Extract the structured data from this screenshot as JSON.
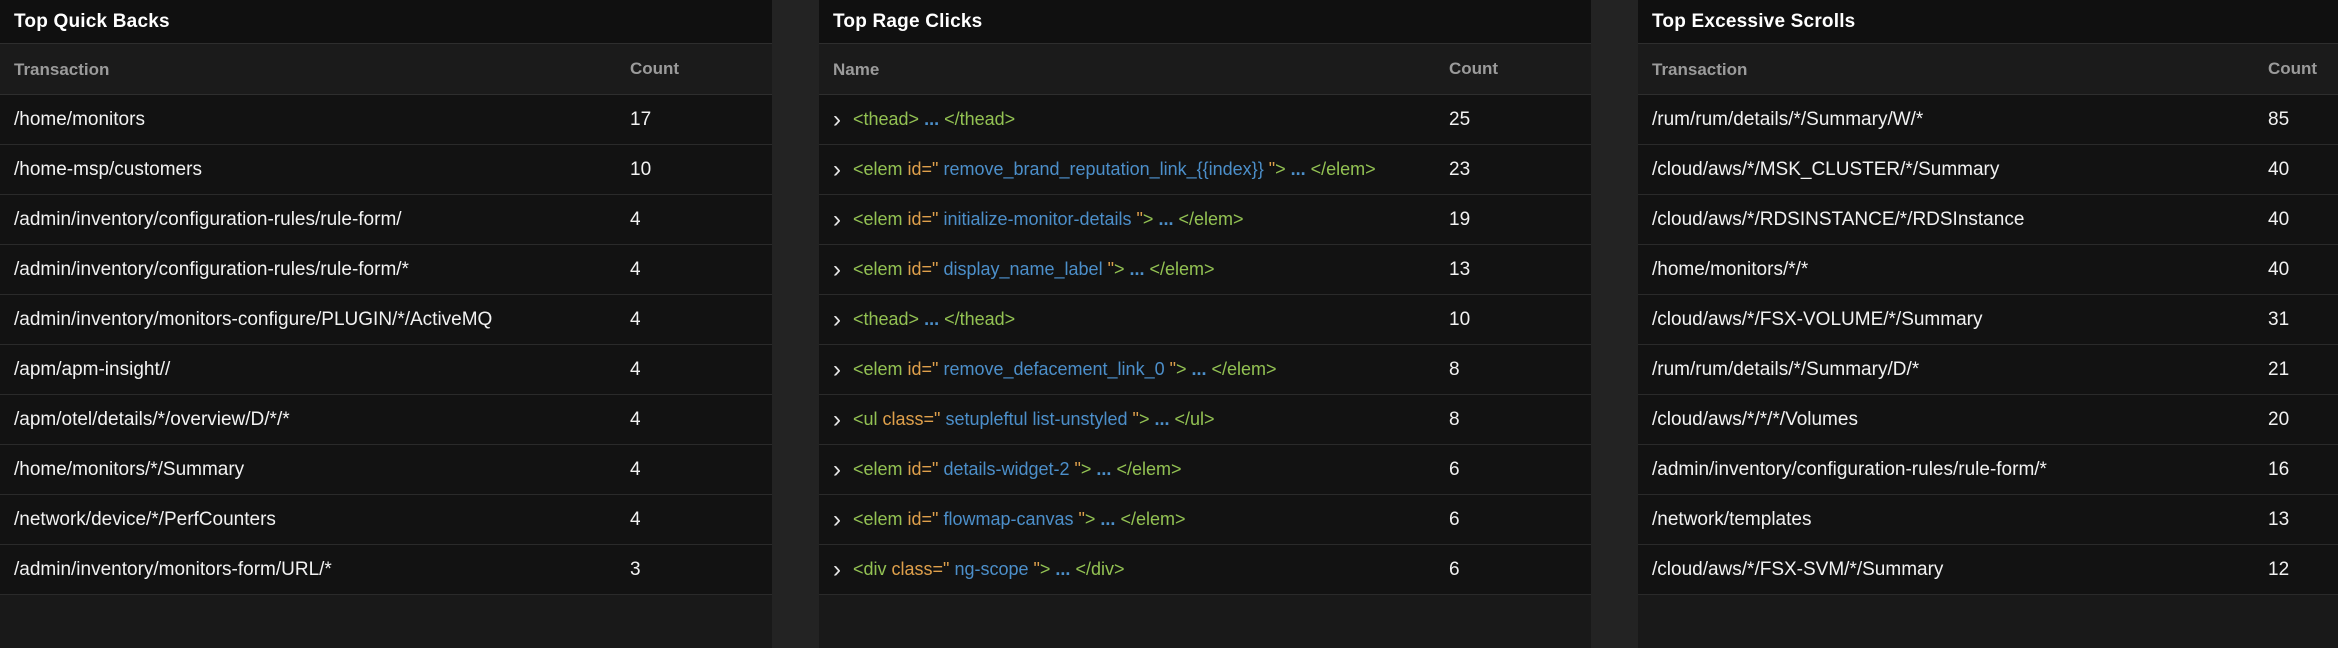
{
  "code_colors": {
    "tag": "#93c253",
    "attr": "#dfa04b",
    "val": "#4c8fca"
  },
  "icons": {
    "expand_chevron": "›"
  },
  "panels": [
    {
      "title": "Top Quick Backs",
      "columns": [
        "Transaction",
        "Count"
      ],
      "rows": [
        {
          "name": "/home/monitors",
          "count": "17"
        },
        {
          "name": "/home-msp/customers",
          "count": "10"
        },
        {
          "name": "/admin/inventory/configuration-rules/rule-form/",
          "count": "4"
        },
        {
          "name": "/admin/inventory/configuration-rules/rule-form/*",
          "count": "4"
        },
        {
          "name": "/admin/inventory/monitors-configure/PLUGIN/*/ActiveMQ",
          "count": "4"
        },
        {
          "name": "/apm/apm-insight//",
          "count": "4"
        },
        {
          "name": "/apm/otel/details/*/overview/D/*/*",
          "count": "4"
        },
        {
          "name": "/home/monitors/*/Summary",
          "count": "4"
        },
        {
          "name": "/network/device/*/PerfCounters",
          "count": "4"
        },
        {
          "name": "/admin/inventory/monitors-form/URL/*",
          "count": "3"
        }
      ]
    },
    {
      "title": "Top Rage Clicks",
      "columns": [
        "Name",
        "Count"
      ],
      "rows": [
        {
          "count": "25",
          "tokens": [
            {
              "c": "tag",
              "t": "<thead>"
            },
            {
              "c": "val",
              "t": " ... ",
              "dots": true
            },
            {
              "c": "tag",
              "t": "</thead>"
            }
          ]
        },
        {
          "count": "23",
          "tokens": [
            {
              "c": "tag",
              "t": "<elem "
            },
            {
              "c": "attr",
              "t": "id=\" "
            },
            {
              "c": "val",
              "t": "remove_brand_reputation_link_{{index}} "
            },
            {
              "c": "attr",
              "t": "\""
            },
            {
              "c": "tag",
              "t": "> "
            },
            {
              "c": "val",
              "t": "...",
              "dots": true
            },
            {
              "c": "tag",
              "t": " </elem>"
            }
          ]
        },
        {
          "count": "19",
          "tokens": [
            {
              "c": "tag",
              "t": "<elem "
            },
            {
              "c": "attr",
              "t": "id=\" "
            },
            {
              "c": "val",
              "t": "initialize-monitor-details "
            },
            {
              "c": "attr",
              "t": "\""
            },
            {
              "c": "tag",
              "t": "> "
            },
            {
              "c": "val",
              "t": "...",
              "dots": true
            },
            {
              "c": "tag",
              "t": " </elem>"
            }
          ]
        },
        {
          "count": "13",
          "tokens": [
            {
              "c": "tag",
              "t": "<elem "
            },
            {
              "c": "attr",
              "t": "id=\" "
            },
            {
              "c": "val",
              "t": "display_name_label "
            },
            {
              "c": "attr",
              "t": "\""
            },
            {
              "c": "tag",
              "t": "> "
            },
            {
              "c": "val",
              "t": "...",
              "dots": true
            },
            {
              "c": "tag",
              "t": " </elem>"
            }
          ]
        },
        {
          "count": "10",
          "tokens": [
            {
              "c": "tag",
              "t": "<thead>"
            },
            {
              "c": "val",
              "t": " ... ",
              "dots": true
            },
            {
              "c": "tag",
              "t": "</thead>"
            }
          ]
        },
        {
          "count": "8",
          "tokens": [
            {
              "c": "tag",
              "t": "<elem "
            },
            {
              "c": "attr",
              "t": "id=\" "
            },
            {
              "c": "val",
              "t": "remove_defacement_link_0 "
            },
            {
              "c": "attr",
              "t": "\""
            },
            {
              "c": "tag",
              "t": "> "
            },
            {
              "c": "val",
              "t": "...",
              "dots": true
            },
            {
              "c": "tag",
              "t": " </elem>"
            }
          ]
        },
        {
          "count": "8",
          "tokens": [
            {
              "c": "tag",
              "t": "<ul "
            },
            {
              "c": "attr",
              "t": "class=\" "
            },
            {
              "c": "val",
              "t": "setupleftul list-unstyled "
            },
            {
              "c": "attr",
              "t": "\""
            },
            {
              "c": "tag",
              "t": "> "
            },
            {
              "c": "val",
              "t": "...",
              "dots": true
            },
            {
              "c": "tag",
              "t": " </ul>"
            }
          ]
        },
        {
          "count": "6",
          "tokens": [
            {
              "c": "tag",
              "t": "<elem "
            },
            {
              "c": "attr",
              "t": "id=\" "
            },
            {
              "c": "val",
              "t": "details-widget-2 "
            },
            {
              "c": "attr",
              "t": "\""
            },
            {
              "c": "tag",
              "t": "> "
            },
            {
              "c": "val",
              "t": "...",
              "dots": true
            },
            {
              "c": "tag",
              "t": " </elem>"
            }
          ]
        },
        {
          "count": "6",
          "tokens": [
            {
              "c": "tag",
              "t": "<elem "
            },
            {
              "c": "attr",
              "t": "id=\" "
            },
            {
              "c": "val",
              "t": "flowmap-canvas "
            },
            {
              "c": "attr",
              "t": "\""
            },
            {
              "c": "tag",
              "t": "> "
            },
            {
              "c": "val",
              "t": "...",
              "dots": true
            },
            {
              "c": "tag",
              "t": " </elem>"
            }
          ]
        },
        {
          "count": "6",
          "tokens": [
            {
              "c": "tag",
              "t": "<div "
            },
            {
              "c": "attr",
              "t": "class=\" "
            },
            {
              "c": "val",
              "t": "ng-scope "
            },
            {
              "c": "attr",
              "t": "\""
            },
            {
              "c": "tag",
              "t": "> "
            },
            {
              "c": "val",
              "t": "...",
              "dots": true
            },
            {
              "c": "tag",
              "t": " </div>"
            }
          ]
        }
      ]
    },
    {
      "title": "Top Excessive Scrolls",
      "columns": [
        "Transaction",
        "Count"
      ],
      "rows": [
        {
          "name": "/rum/rum/details/*/Summary/W/*",
          "count": "85"
        },
        {
          "name": "/cloud/aws/*/MSK_CLUSTER/*/Summary",
          "count": "40"
        },
        {
          "name": "/cloud/aws/*/RDSINSTANCE/*/RDSInstance",
          "count": "40"
        },
        {
          "name": "/home/monitors/*/*",
          "count": "40"
        },
        {
          "name": "/cloud/aws/*/FSX-VOLUME/*/Summary",
          "count": "31"
        },
        {
          "name": "/rum/rum/details/*/Summary/D/*",
          "count": "21"
        },
        {
          "name": "/cloud/aws/*/*/*/Volumes",
          "count": "20"
        },
        {
          "name": "/admin/inventory/configuration-rules/rule-form/*",
          "count": "16"
        },
        {
          "name": "/network/templates",
          "count": "13"
        },
        {
          "name": "/cloud/aws/*/FSX-SVM/*/Summary",
          "count": "12"
        }
      ]
    }
  ]
}
